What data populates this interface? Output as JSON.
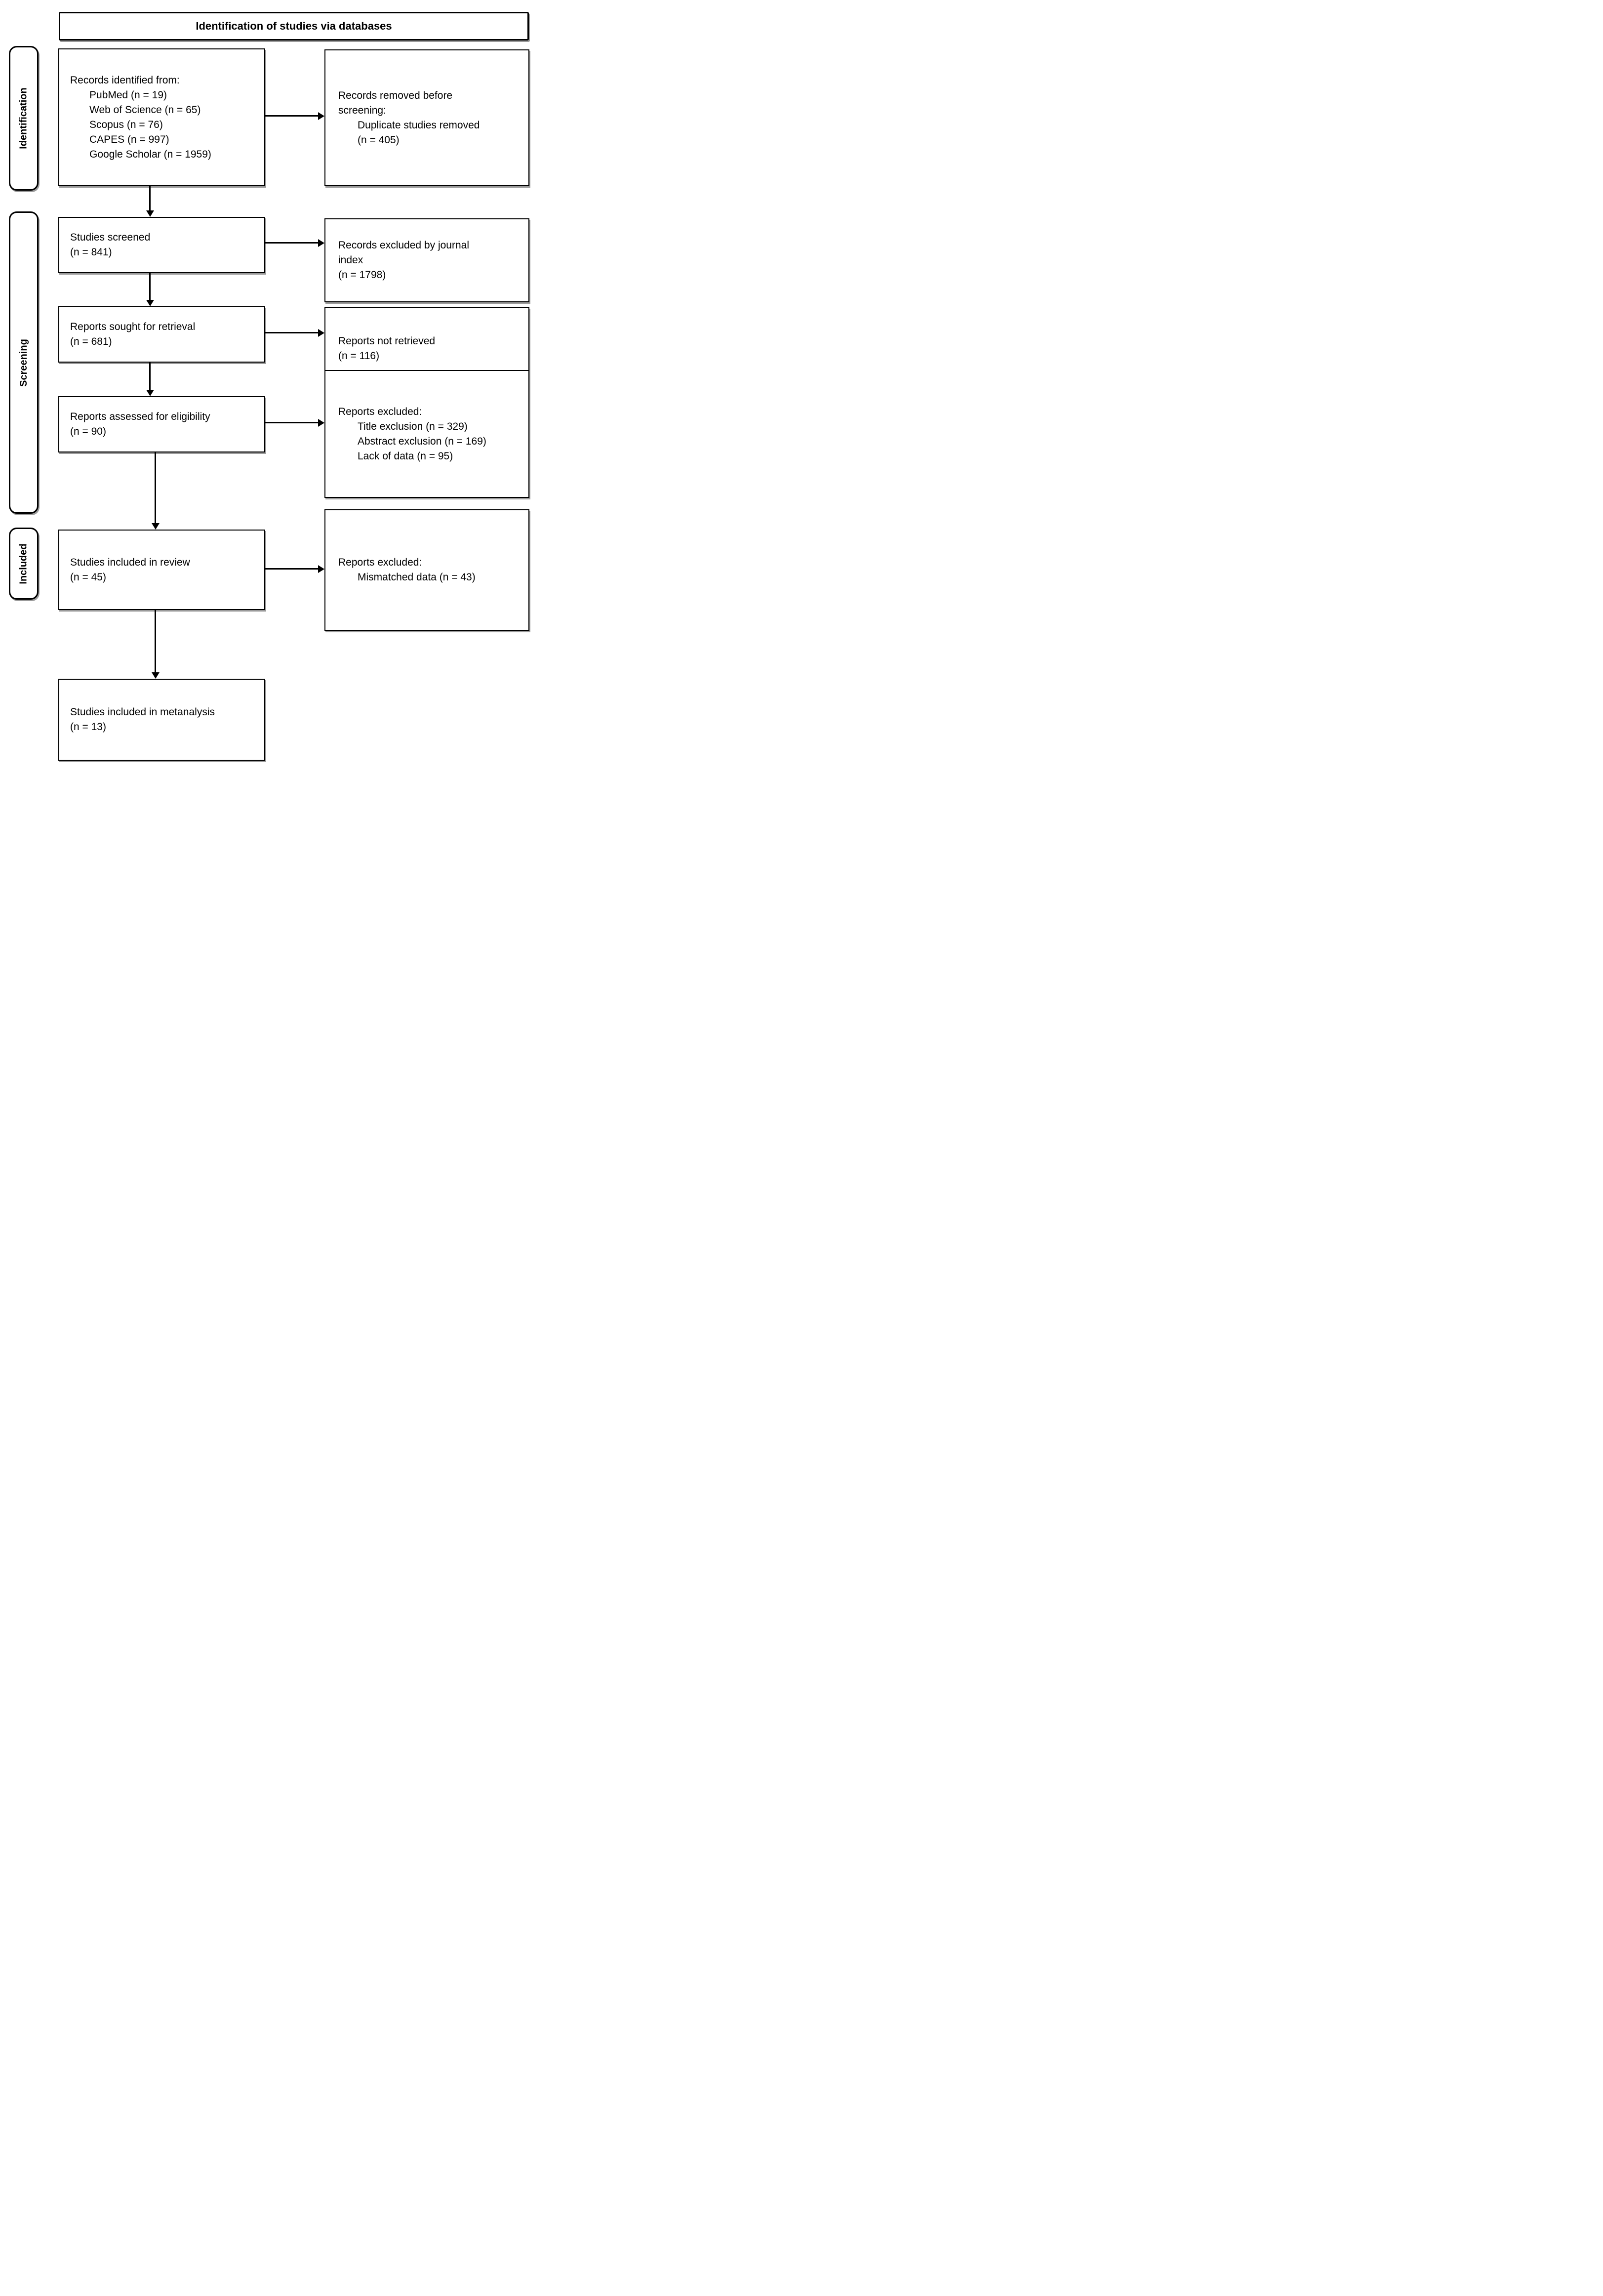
{
  "title": "Identification of studies via databases",
  "side_labels": {
    "identification": "Identification",
    "screening": "Screening",
    "included": "Included"
  },
  "boxes": {
    "records_identified": {
      "lines": [
        "Records identified from:",
        "PubMed (n = 19)",
        "Web of Science (n = 65)",
        "Scopus (n = 76)",
        "CAPES (n = 997)",
        "Google Scholar (n = 1959)"
      ]
    },
    "records_removed": {
      "lines": [
        "Records removed before",
        "screening:",
        "Duplicate studies removed",
        "(n = 405)"
      ]
    },
    "studies_screened": {
      "lines": [
        "Studies screened",
        "(n = 841)"
      ]
    },
    "records_excluded_journal": {
      "lines": [
        "Records excluded by journal",
        "index",
        "(n = 1798)"
      ]
    },
    "reports_sought": {
      "lines": [
        "Reports sought for retrieval",
        "(n = 681)"
      ]
    },
    "reports_not_retrieved": {
      "lines": [
        "Reports not retrieved",
        "(n = 116)"
      ]
    },
    "reports_assessed": {
      "lines": [
        "Reports assessed for eligibility",
        "(n = 90)"
      ]
    },
    "reports_excluded_eligibility": {
      "lines": [
        "Reports excluded:",
        "Title exclusion (n = 329)",
        "Abstract exclusion (n = 169)",
        "Lack of data (n = 95)"
      ]
    },
    "studies_included_review": {
      "lines": [
        "Studies included in review",
        "(n = 45)"
      ]
    },
    "reports_excluded_review": {
      "lines": [
        "Reports excluded:",
        "Mismatched data (n = 43)"
      ]
    },
    "studies_included_meta": {
      "lines": [
        "Studies included in metanalysis",
        "(n = 13)"
      ]
    }
  },
  "colors": {
    "box_border": "#000000",
    "box_background": "#ffffff",
    "text": "#000000",
    "shadow": "#9b9b9b"
  }
}
